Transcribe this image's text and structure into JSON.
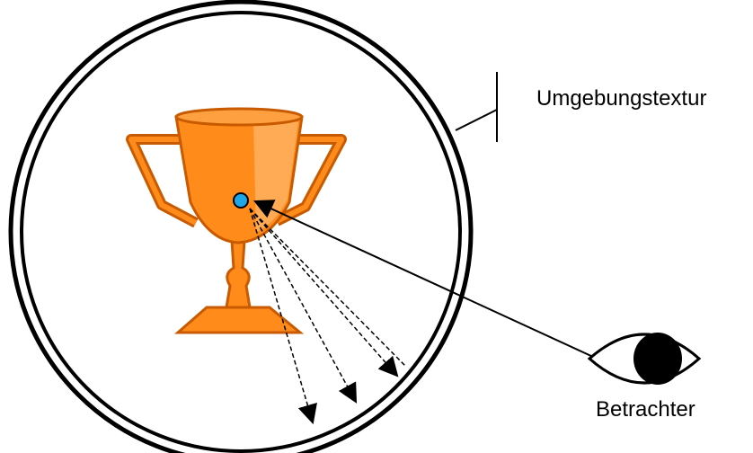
{
  "labels": {
    "environment_texture": "Umgebungstextur",
    "viewer": "Betrachter"
  },
  "colors": {
    "trophy_dark": "#c85a00",
    "trophy_main": "#ff8c1a",
    "trophy_light": "#ffb060",
    "point": "#1ea7e8",
    "lines": "#000000",
    "background": "#ffffff"
  },
  "icons": {
    "object": "trophy-icon",
    "viewer": "eye-icon"
  },
  "counts": {
    "reflected_rays": 4
  }
}
